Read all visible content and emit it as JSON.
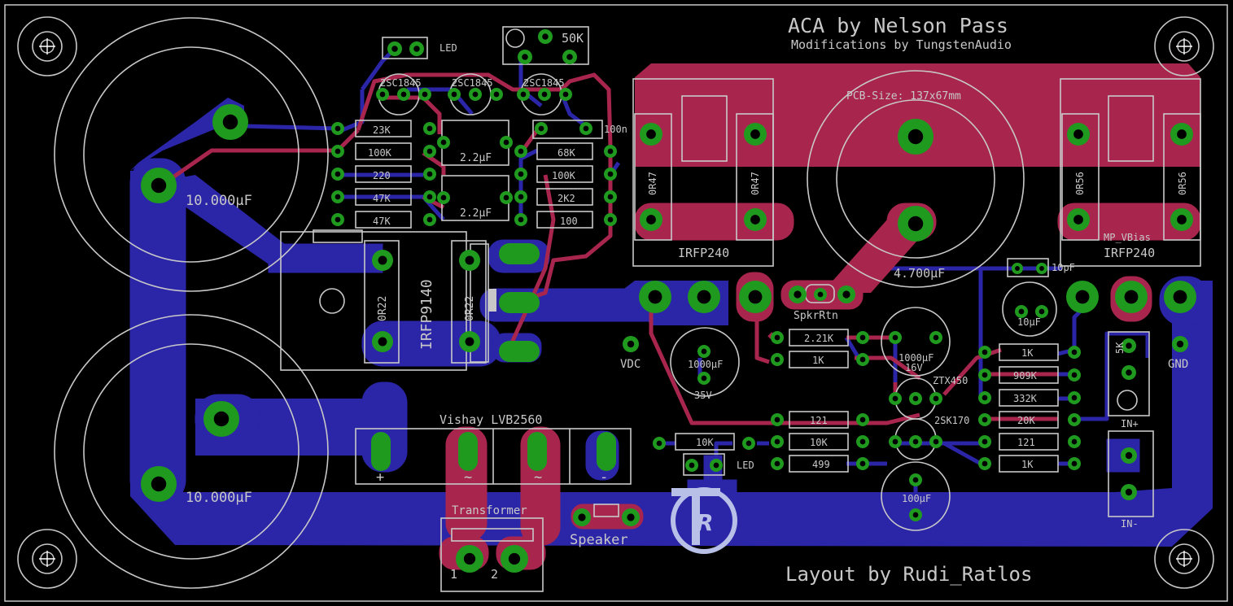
{
  "board": {
    "title": "ACA by Nelson Pass",
    "subtitle": "Modifications by TungstenAudio",
    "footer": "Layout by Rudi_Ratlos",
    "pcb_size": "PCB-Size: 137x67mm"
  },
  "colors": {
    "background": "#000000",
    "bottom_copper": "#2b25a8",
    "top_copper": "#a8264e",
    "pad": "#1f9a1f",
    "silkscreen": "#c8c8c8"
  },
  "labels": {
    "cap_big_top": "10.000µF",
    "cap_big_bottom": "10.000µF",
    "cap_4700": "4.700µF",
    "led": "LED",
    "trim_50k": "50K",
    "t1": "2SC1845",
    "t2": "2SC1845",
    "t3": "2SC1845",
    "r_23k": "23K",
    "r_100k_l": "100K",
    "r_220": "220",
    "r_47k_1": "47K",
    "r_47k_2": "47K",
    "c_2u2_1": "2.2µF",
    "c_2u2_2": "2.2µF",
    "c_100n": "100n",
    "r_68k": "68K",
    "r_100k_r": "100K",
    "r_2k2": "2K2",
    "r_100": "100",
    "irfp9140": "IRFP9140",
    "r_0r22_a": "0R22",
    "r_0r22_b": "0R22",
    "irfp240_l": "IRFP240",
    "irfp240_r": "IRFP240",
    "r_0r47_a": "0R47",
    "r_0r47_b": "0R47",
    "r_0r56_a": "0R56",
    "r_0r56_b": "0R56",
    "mp_vbias": "MP_VBias",
    "c_10p": "10pF",
    "c_10u": "10µF",
    "vdc": "VDC",
    "gnd": "GND",
    "spkrrtn": "SpkrRtn",
    "c_1000_35": "1000µF",
    "c_35v": "35V",
    "c_1000_16": "1000µF",
    "c_16v": "16V",
    "r_2k21": "2.21K",
    "r_1k": "1K",
    "ztx450": "ZTX450",
    "r_1k_b": "1K",
    "r_909k": "909K",
    "r_332k": "332K",
    "r_20k": "20K",
    "r_121": "121",
    "r_1k_c": "1K",
    "trim_5k": "5K",
    "in_plus": "IN+",
    "in_minus": "IN-",
    "r_121_b": "121",
    "r_10k_a": "10K",
    "r_499": "499",
    "r_10k_b": "10K",
    "led2": "LED",
    "fet": "2SK170",
    "c_100u": "100µF",
    "rectifier": "Vishay LVB2560",
    "transformer": "Transformer",
    "speaker": "Speaker",
    "tr_1": "1",
    "tr_2": "2",
    "plus": "+",
    "minus": "-",
    "tilde_1": "~",
    "tilde_2": "~"
  }
}
